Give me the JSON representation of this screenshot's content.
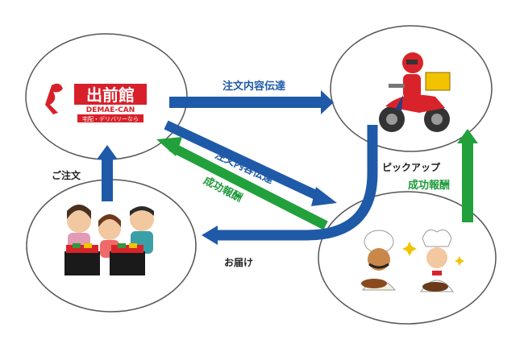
{
  "brand": {
    "logo_main": "出前館",
    "logo_sub": "DEMAE-CAN",
    "logo_tagline": "宅配・デリバリーなら"
  },
  "nodes": {
    "service": "demae-can",
    "rider": "delivery-rider",
    "restaurant": "restaurant-chefs",
    "customer": "customer-family"
  },
  "arrows": {
    "order_forward_top": "注文内容伝達",
    "order_forward_diagonal": "注文内容伝達",
    "reward_to_service": "成功報酬",
    "pickup": "ピックアップ",
    "reward_to_rider": "成功報酬",
    "deliver": "お届け",
    "order": "ご注文"
  },
  "colors": {
    "blue": "#1f5aa8",
    "green": "#22a03c",
    "logo_red": "#d8202a",
    "ellipse_stroke": "#555555"
  }
}
